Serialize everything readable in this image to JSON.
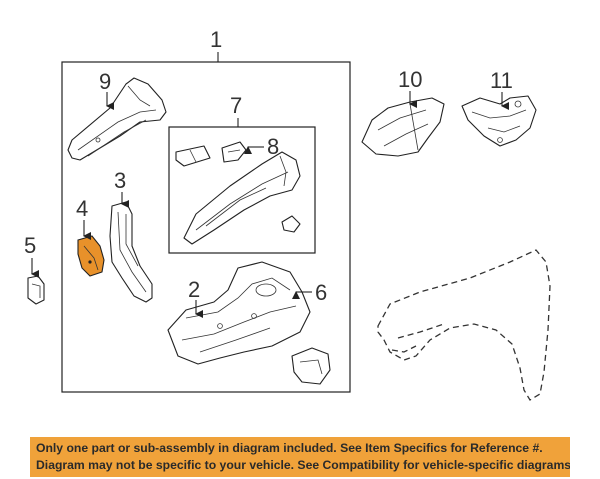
{
  "colors": {
    "banner_background": "#f0a23a",
    "highlight_part": "#e8912a",
    "line": "#222222"
  },
  "callouts": {
    "c1": "1",
    "c2": "2",
    "c3": "3",
    "c4": "4",
    "c5": "5",
    "c6": "6",
    "c7": "7",
    "c8": "8",
    "c9": "9",
    "c10": "10",
    "c11": "11"
  },
  "highlighted_part": "4",
  "notice": {
    "line1": "Only one part or sub-assembly in diagram included. See Item Specifics for Reference #.",
    "line2": "Diagram may not be specific to your vehicle. See Compatibility for vehicle-specific diagrams."
  }
}
